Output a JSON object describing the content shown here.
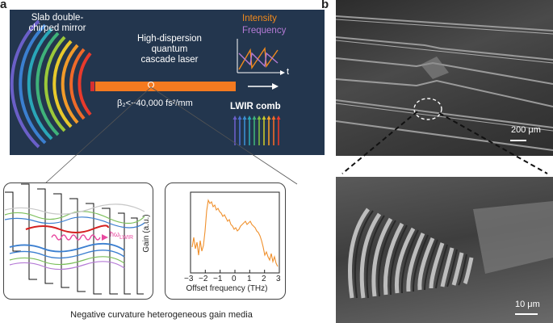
{
  "panel_a": {
    "label": "a",
    "mirror_label": "Slab double-\nchirped mirror",
    "laser_label": "High-dispersion\nquantum\ncascade laser",
    "legend_intensity": "Intensity",
    "legend_frequency": "Frequency",
    "time_axis": "t",
    "beta": "β₂<−40,000 fs²/mm",
    "comb_label": "LWIR comb",
    "photon_label": "ħω",
    "photon_sub": "LWIR",
    "gain_ylabel": "Gain (a.u.)",
    "gain_xlabel": "Offset frequency (THz)",
    "gain_ticks": [
      "−3",
      "−2",
      "−1",
      "0",
      "1",
      "2",
      "3"
    ],
    "caption": "Negative curvature heterogeneous gain media",
    "colors": {
      "panel_bg": "#23364e",
      "laser": "#f47a20",
      "intensity": "#f28a1c",
      "frequency": "#b57bd6",
      "gain_curve": "#f0902c"
    }
  },
  "panel_b": {
    "label": "b",
    "scale_top": "200 μm",
    "scale_bottom": "10 μm"
  }
}
